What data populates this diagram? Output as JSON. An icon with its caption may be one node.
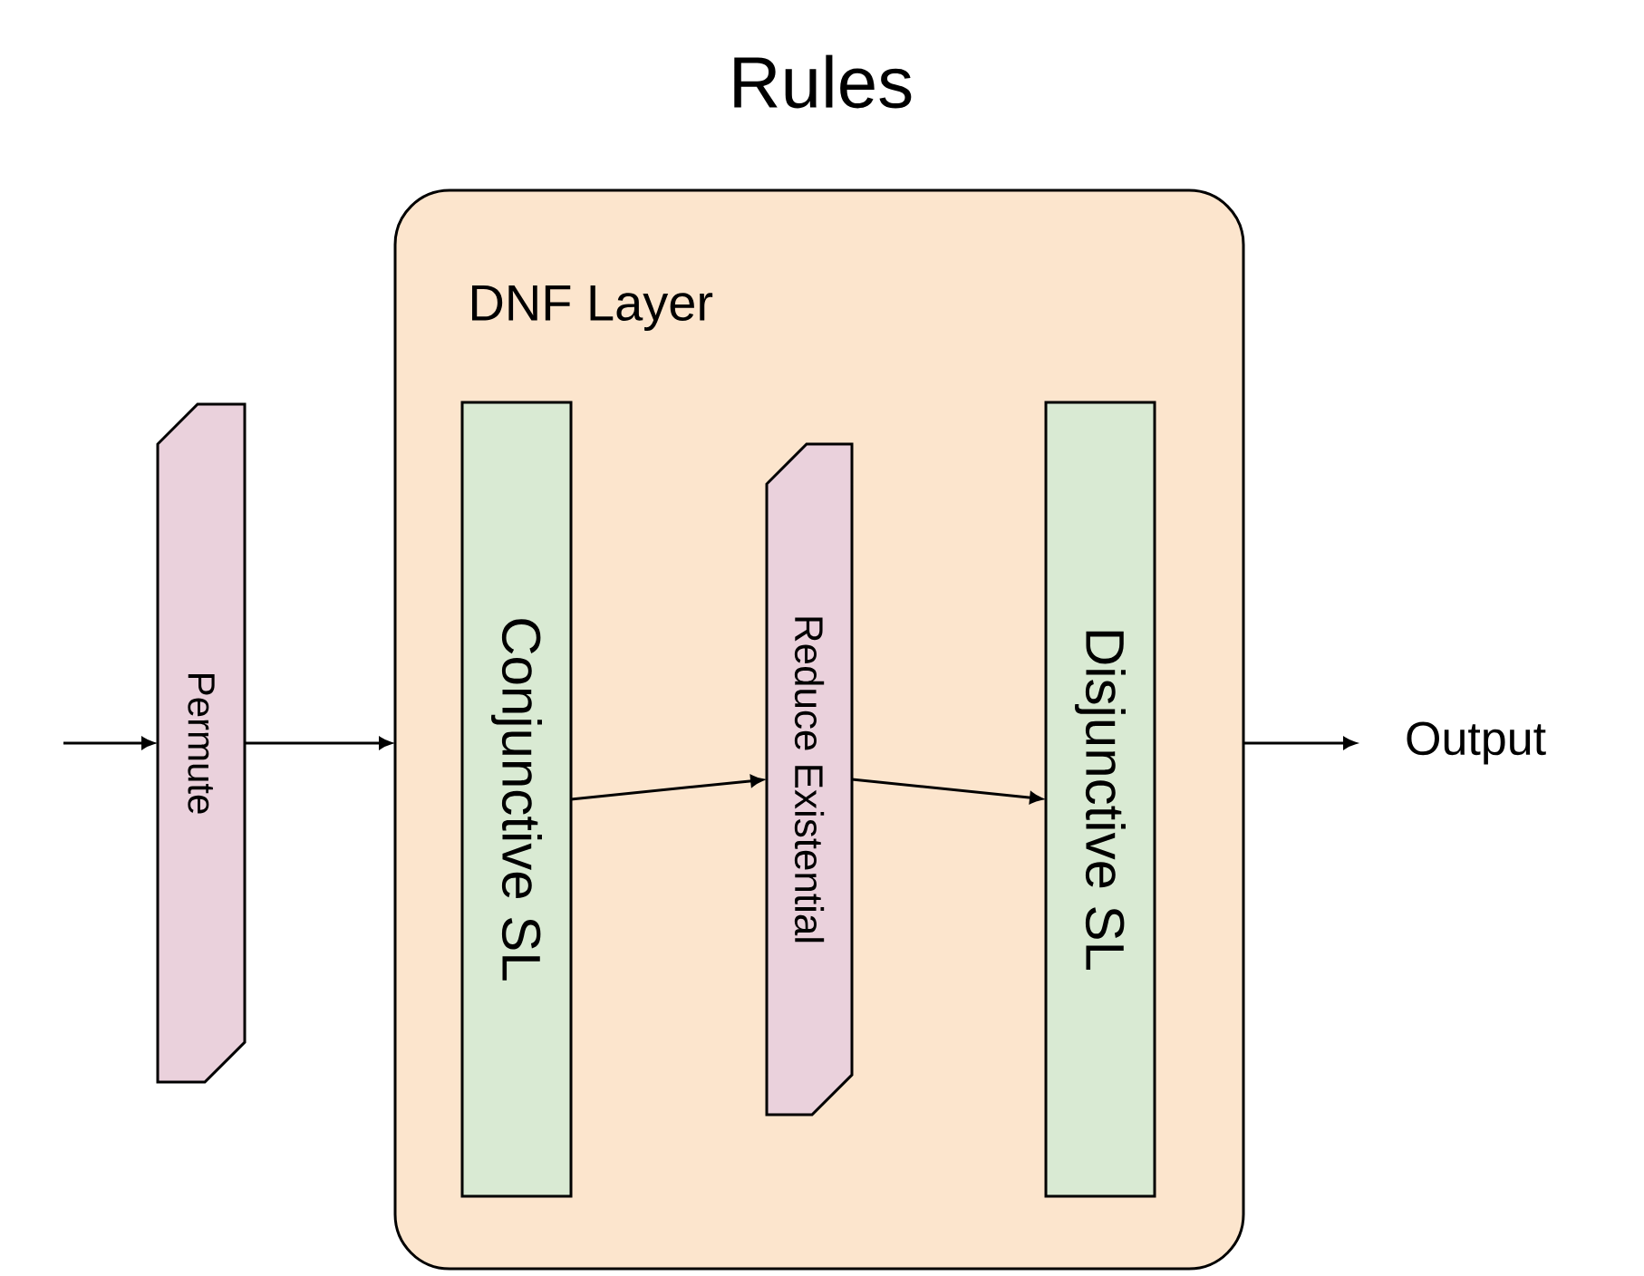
{
  "diagram": {
    "title": "Rules",
    "nodes": [
      {
        "text": [
          "DNF Layer"
        ]
      },
      {
        "text": [
          "Permute"
        ]
      },
      {
        "text": [
          "Conjunctive SL"
        ],
        "in": 0
      },
      {
        "text": [
          "Reduce Existential"
        ],
        "in": 0
      },
      {
        "text": [
          "Disjunctive SL"
        ],
        "in": 0
      },
      {
        "text": [
          "Output"
        ]
      }
    ],
    "edges": [
      {
        "from": null,
        "to": 1,
        "arrow": "to"
      },
      {
        "from": 1,
        "to": 0,
        "arrow": "to"
      },
      {
        "from": 2,
        "to": 3,
        "arrow": "to"
      },
      {
        "from": 3,
        "to": 4,
        "arrow": "to"
      },
      {
        "from": 0,
        "to": 5,
        "arrow": "to"
      }
    ]
  }
}
